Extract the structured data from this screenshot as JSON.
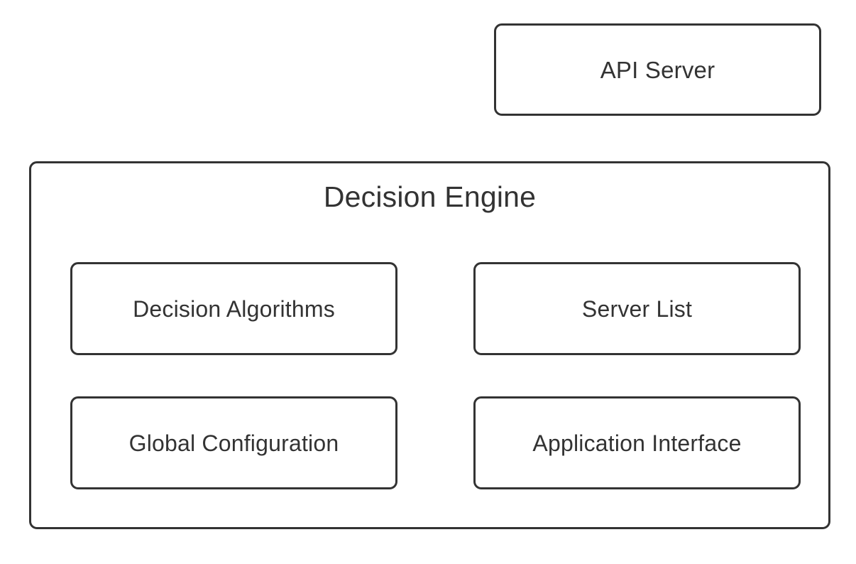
{
  "diagram": {
    "type": "block-diagram",
    "background_color": "#ffffff",
    "stroke_color": "#333333",
    "text_color": "#333333",
    "nodes": [
      {
        "id": "api-server",
        "label": "API Server",
        "shape": "rounded-rectangle",
        "parent": null
      },
      {
        "id": "decision-engine",
        "label": "Decision Engine",
        "shape": "rounded-rectangle",
        "parent": null,
        "role": "container"
      }
    ],
    "children": [
      {
        "id": "decision-algorithms",
        "label": "Decision Algorithms",
        "column": "left",
        "row": "top"
      },
      {
        "id": "server-list",
        "label": "Server List",
        "column": "right",
        "row": "top"
      },
      {
        "id": "global-configuration",
        "label": "Global Configuration",
        "column": "left",
        "row": "bottom"
      },
      {
        "id": "application-interface",
        "label": "Application Interface",
        "column": "right",
        "row": "bottom"
      }
    ]
  }
}
